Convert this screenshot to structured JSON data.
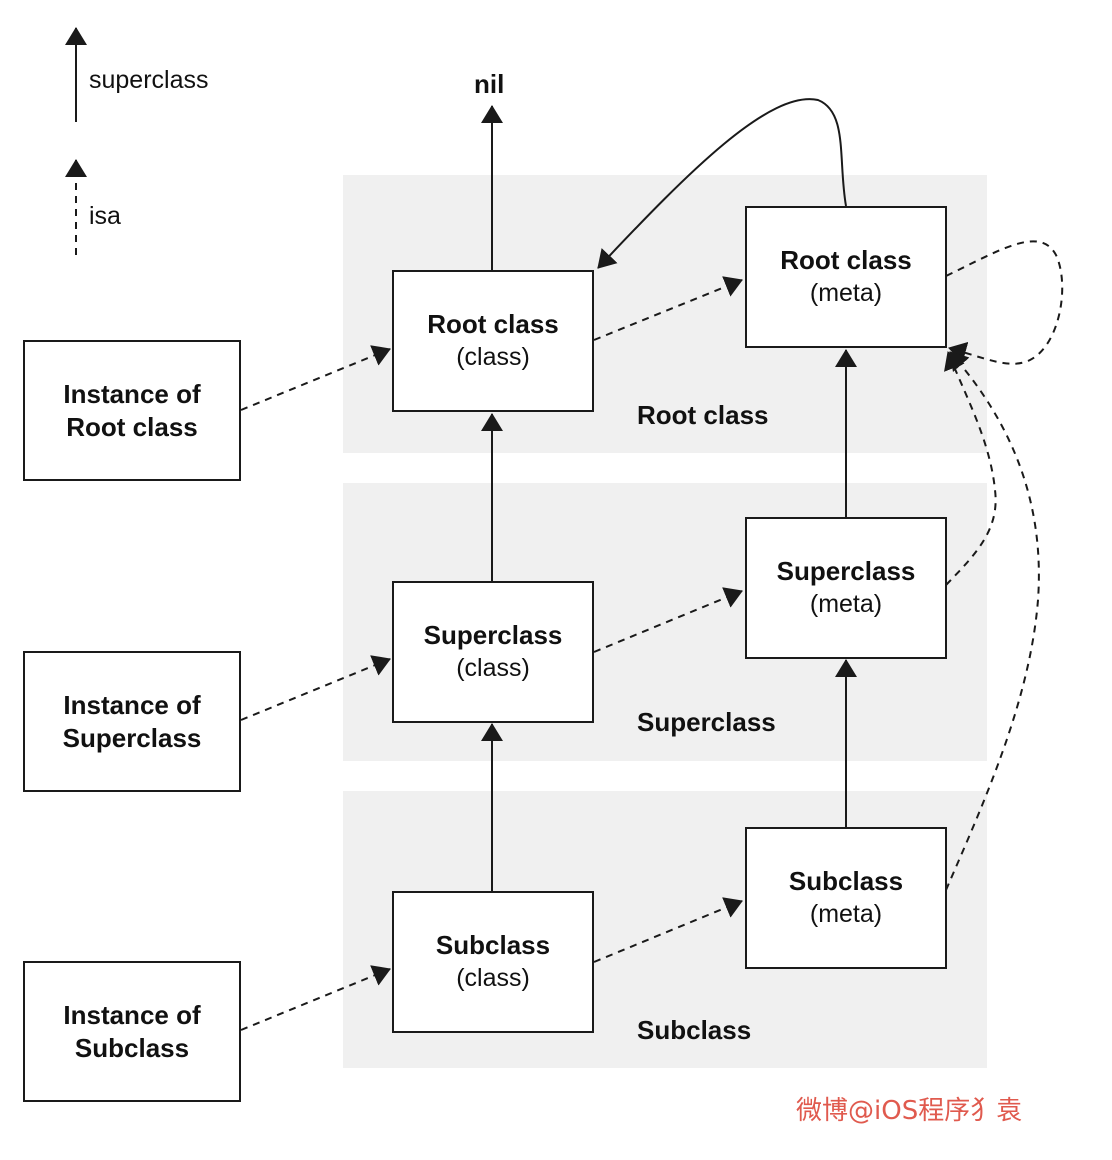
{
  "legend": {
    "superclass_label": "superclass",
    "isa_label": "isa"
  },
  "nil_label": "nil",
  "bands": {
    "root": "Root class",
    "super": "Superclass",
    "sub": "Subclass"
  },
  "instances": {
    "root": {
      "line1": "Instance of",
      "line2": "Root class"
    },
    "super": {
      "line1": "Instance of",
      "line2": "Superclass"
    },
    "sub": {
      "line1": "Instance of",
      "line2": "Subclass"
    }
  },
  "classes": {
    "root": {
      "name": "Root class",
      "kind": "(class)"
    },
    "super": {
      "name": "Superclass",
      "kind": "(class)"
    },
    "sub": {
      "name": "Subclass",
      "kind": "(class)"
    }
  },
  "metas": {
    "root": {
      "name": "Root class",
      "kind": "(meta)"
    },
    "super": {
      "name": "Superclass",
      "kind": "(meta)"
    },
    "sub": {
      "name": "Subclass",
      "kind": "(meta)"
    }
  },
  "watermark": "微博@iOS程序犭袁",
  "colors": {
    "band": "#f0f0f0",
    "stroke": "#1a1a1a",
    "watermark": "#e05a4e"
  }
}
